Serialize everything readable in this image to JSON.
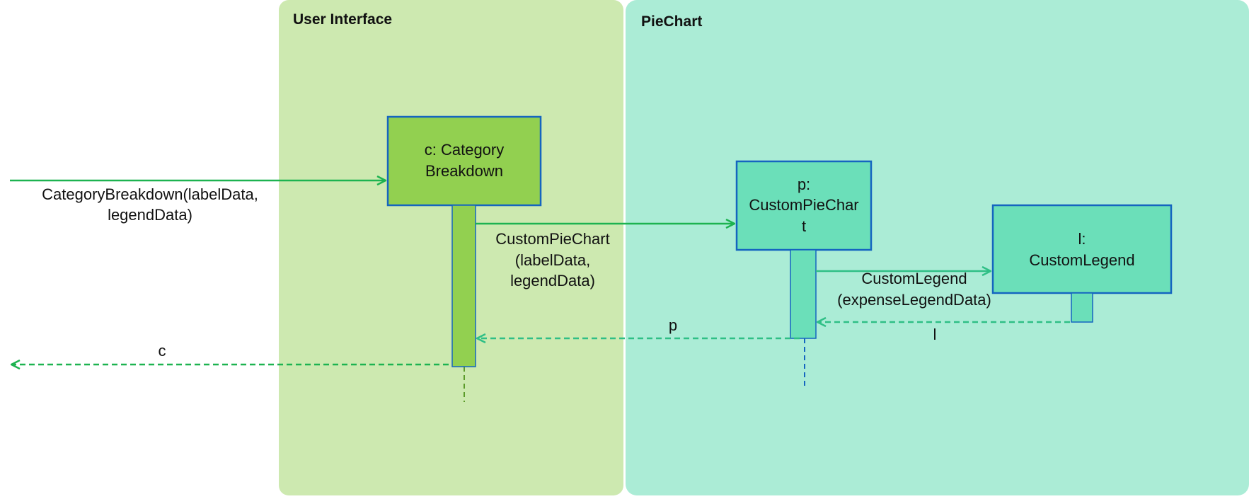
{
  "lanes": {
    "ui": {
      "title": "User Interface",
      "fill": "#cde9b0"
    },
    "pie": {
      "title": "PieChart",
      "fill": "#abecd6"
    }
  },
  "objects": {
    "category": {
      "line1": "c: Category",
      "line2": "Breakdown",
      "fill": "#92d050",
      "border": "#1565c0"
    },
    "piechart": {
      "line1": "p:",
      "line2": "CustomPieChar",
      "line3": "t",
      "fill": "#6bdfb9",
      "border": "#1565c0"
    },
    "legend": {
      "line1": "l:",
      "line2": "CustomLegend",
      "fill": "#6bdfb9",
      "border": "#1565c0"
    }
  },
  "messages": {
    "create_category": {
      "line1": "CategoryBreakdown(labelData,",
      "line2": "legendData)"
    },
    "create_piechart": {
      "line1": "CustomPieChart",
      "line2": "(labelData,",
      "line3": "legendData)"
    },
    "create_legend": {
      "line1": "CustomLegend",
      "line2": "(expenseLegendData)"
    },
    "return_legend": {
      "label": "l"
    },
    "return_piechart": {
      "label": "p"
    },
    "return_category": {
      "label": "c"
    }
  },
  "colors": {
    "green_arrow": "#1db350",
    "teal_arrow": "#2fbf86",
    "blue_border": "#1565c0",
    "lifeline_green": "#5b9b2a",
    "lifeline_blue": "#1565c0"
  }
}
